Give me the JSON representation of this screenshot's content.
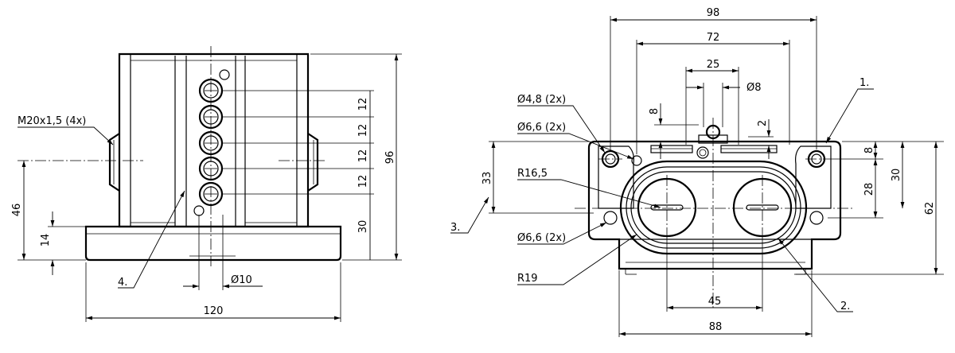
{
  "front_view": {
    "labels": {
      "thread": "M20x1,5 (4x)",
      "item4": "4.",
      "dim_width": "120",
      "dim_pitch_a": "12",
      "dim_pitch_b": "12",
      "dim_pitch_c": "12",
      "dim_pitch_d": "12",
      "dim_pitch_e": "30",
      "dim_height": "96",
      "dim_left_46": "46",
      "dim_left_14": "14",
      "dim_dia10": "Ø10"
    }
  },
  "top_view": {
    "labels": {
      "dim_98": "98",
      "dim_72": "72",
      "dim_25": "25",
      "dim_8_dia": "Ø8",
      "dim_8_small": "8",
      "dim_2": "2",
      "hole_48": "Ø4,8 (2x)",
      "hole_66_top": "Ø6,6 (2x)",
      "hole_66_bottom": "Ø6,6 (2x)",
      "radius_165": "R16,5",
      "radius_19": "R19",
      "dim_33": "33",
      "item3": "3.",
      "item1": "1.",
      "item2": "2.",
      "dim_right_8": "8",
      "dim_right_30": "30",
      "dim_right_28": "28",
      "dim_right_62": "62",
      "dim_45": "45",
      "dim_88": "88"
    }
  }
}
